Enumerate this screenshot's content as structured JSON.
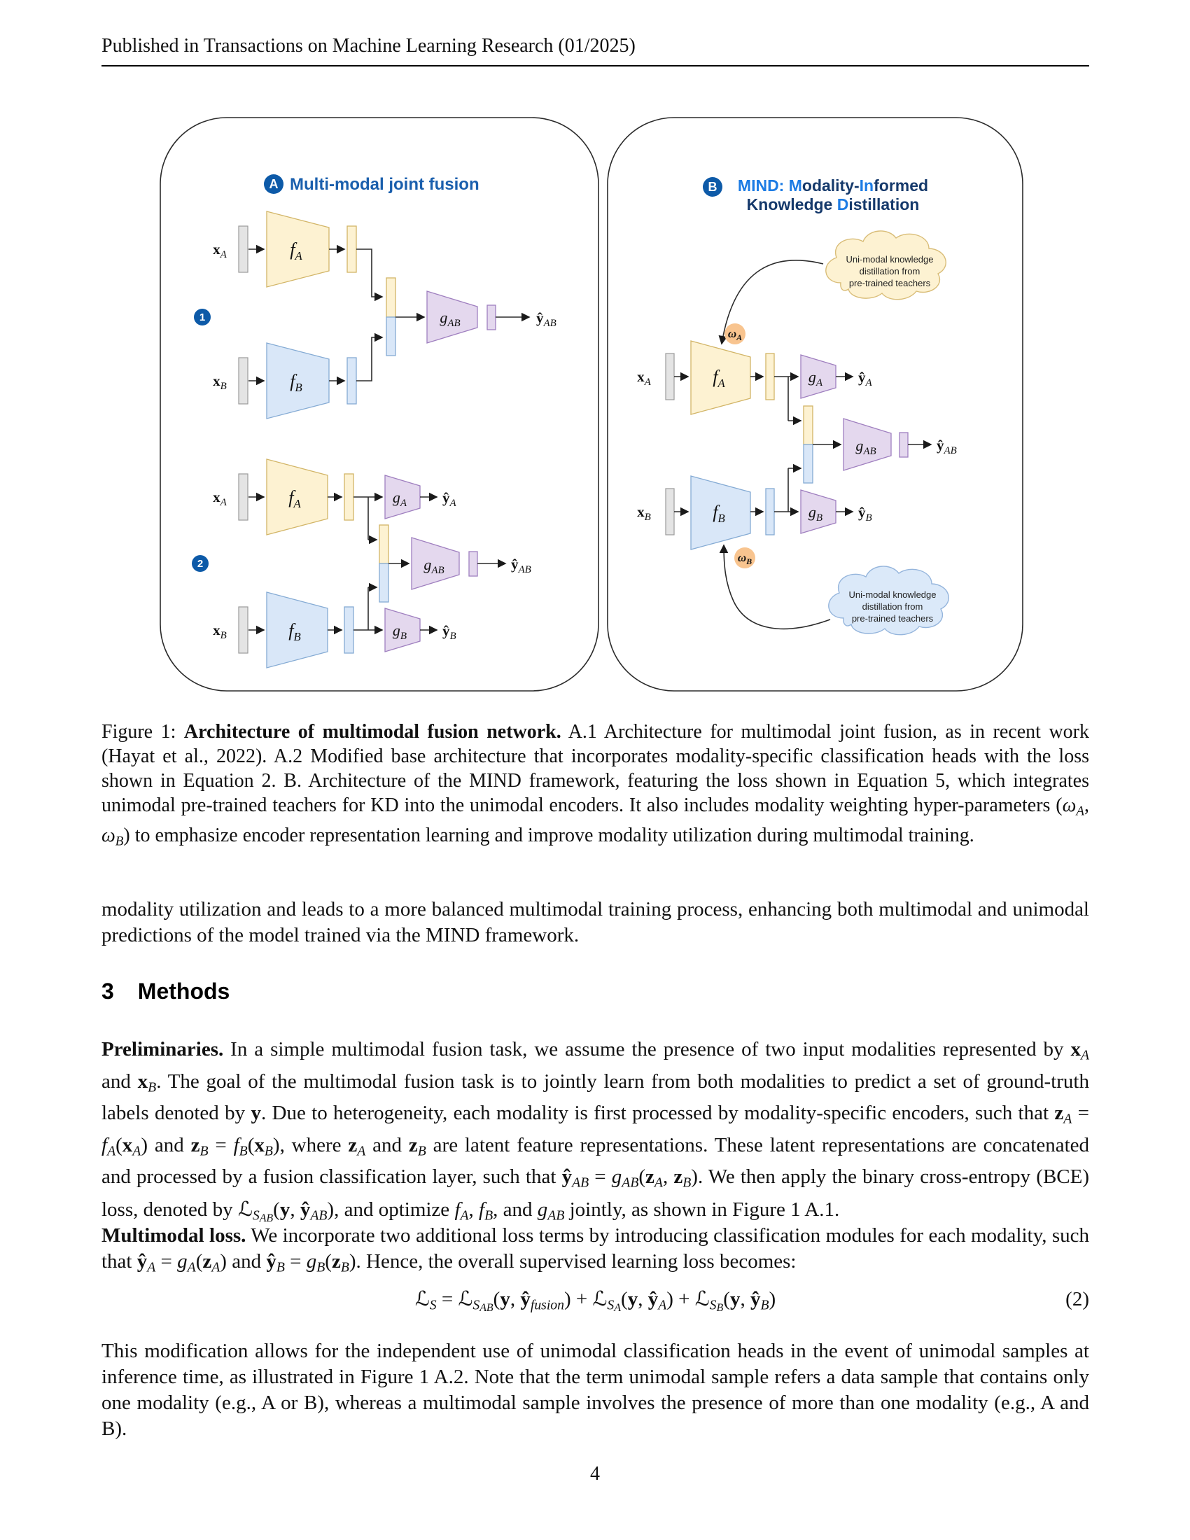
{
  "header": {
    "text": "Published in Transactions on Machine Learning Research (01/2025)"
  },
  "page": {
    "number": "4"
  },
  "figure": {
    "colors": {
      "badge_blue": "#0d5aa8",
      "titleA_blue": "#1a5fad",
      "titleB_bright": "#1d7ce4",
      "titleB_dark": "#15396b",
      "encoder_yellow": "#fdf2d2",
      "encoder_yellow_stroke": "#d2b567",
      "encoder_blue": "#d9e7f8",
      "encoder_blue_stroke": "#85abd4",
      "classifier_purple": "#e4d8ee",
      "classifier_purple_stroke": "#9f7fbf",
      "input_gray": "#e4e4e4",
      "input_gray_stroke": "#9a9a9a",
      "omega_orange": "#f8c48f",
      "cloud_yellow": "#fdf2d2",
      "cloud_yellow_stroke": "#d9bd78",
      "cloud_blue": "#dbe9f9",
      "cloud_blue_stroke": "#95b5dc"
    },
    "panelA": {
      "badge": "A",
      "title": "Multi-modal joint fusion",
      "badge1": "1",
      "badge2": "2"
    },
    "panelB": {
      "badge": "B",
      "title_line1": [
        {
          "t": "MIND: M"
        },
        {
          "t": "odality-"
        },
        {
          "t": "In"
        },
        {
          "t": "formed"
        }
      ],
      "title_line2": [
        {
          "t": "Knowledge "
        },
        {
          "t": "D"
        },
        {
          "t": "istillation"
        }
      ],
      "cloud_top_lines": [
        "Uni-modal knowledge",
        "distillation from",
        "pre-trained teachers"
      ],
      "cloud_bottom_lines": [
        "Uni-modal knowledge",
        "distillation from",
        "pre-trained teachers"
      ]
    },
    "labels": {
      "xA": {
        "b": "x",
        "s": "A"
      },
      "xB": {
        "b": "x",
        "s": "B"
      },
      "fA": {
        "b": "f",
        "s": "A"
      },
      "fB": {
        "b": "f",
        "s": "B"
      },
      "gA": {
        "b": "g",
        "s": "A"
      },
      "gB": {
        "b": "g",
        "s": "B"
      },
      "gAB": {
        "b": "g",
        "s": "AB"
      },
      "yhatA": {
        "b": "ŷ",
        "s": "A"
      },
      "yhatB": {
        "b": "ŷ",
        "s": "B"
      },
      "yhatAB": {
        "b": "ŷ",
        "s": "AB"
      },
      "omegaA": {
        "b": "ω",
        "s": "A"
      },
      "omegaB": {
        "b": "ω",
        "s": "B"
      }
    }
  },
  "caption": {
    "segments": [
      {
        "k": "t",
        "t": "Figure 1: "
      },
      {
        "k": "b",
        "t": "Architecture of multimodal fusion network."
      },
      {
        "k": "t",
        "t": " A.1 Architecture for multimodal joint fusion, as in recent work (Hayat et al., 2022). A.2 Modified base architecture that incorporates modality-specific classification heads with the loss shown in Equation 2. B. Architecture of the MIND framework, featuring the loss shown in Equation 5, which integrates unimodal pre-trained teachers for KD into the unimodal encoders. It also includes modality weighting hyper-parameters ("
      },
      {
        "k": "m",
        "t": "ω"
      },
      {
        "k": "sub",
        "t": "A"
      },
      {
        "k": "t",
        "t": ", "
      },
      {
        "k": "m",
        "t": "ω"
      },
      {
        "k": "sub",
        "t": "B"
      },
      {
        "k": "t",
        "t": ") to emphasize encoder representation learning and improve modality utilization during multimodal training."
      }
    ]
  },
  "body": {
    "para_intro": {
      "segments": [
        {
          "k": "t",
          "t": "modality utilization and leads to a more balanced multimodal training process, enhancing both multimodal and unimodal predictions of the model trained via the MIND framework."
        }
      ]
    },
    "heading": {
      "number": "3",
      "label": "Methods"
    },
    "para_preliminaries": {
      "segments": [
        {
          "k": "b",
          "t": "Preliminaries."
        },
        {
          "k": "t",
          "t": " In a simple multimodal fusion task, we assume the presence of two input modalities represented by "
        },
        {
          "k": "mb",
          "t": "x"
        },
        {
          "k": "sub",
          "t": "A"
        },
        {
          "k": "t",
          "t": " and "
        },
        {
          "k": "mb",
          "t": "x"
        },
        {
          "k": "sub",
          "t": "B"
        },
        {
          "k": "t",
          "t": ". The goal of the multimodal fusion task is to jointly learn from both modalities to predict a set of ground-truth labels denoted by "
        },
        {
          "k": "mb",
          "t": "y"
        },
        {
          "k": "t",
          "t": ". Due to heterogeneity, each modality is first processed by modality-specific encoders, such that "
        },
        {
          "k": "mb",
          "t": "z"
        },
        {
          "k": "sub",
          "t": "A"
        },
        {
          "k": "t",
          "t": " = "
        },
        {
          "k": "m",
          "t": "f"
        },
        {
          "k": "sub",
          "t": "A"
        },
        {
          "k": "t",
          "t": "("
        },
        {
          "k": "mb",
          "t": "x"
        },
        {
          "k": "sub",
          "t": "A"
        },
        {
          "k": "t",
          "t": ") and "
        },
        {
          "k": "mb",
          "t": "z"
        },
        {
          "k": "sub",
          "t": "B"
        },
        {
          "k": "t",
          "t": " = "
        },
        {
          "k": "m",
          "t": "f"
        },
        {
          "k": "sub",
          "t": "B"
        },
        {
          "k": "t",
          "t": "("
        },
        {
          "k": "mb",
          "t": "x"
        },
        {
          "k": "sub",
          "t": "B"
        },
        {
          "k": "t",
          "t": "), where "
        },
        {
          "k": "mb",
          "t": "z"
        },
        {
          "k": "sub",
          "t": "A"
        },
        {
          "k": "t",
          "t": " and "
        },
        {
          "k": "mb",
          "t": "z"
        },
        {
          "k": "sub",
          "t": "B"
        },
        {
          "k": "t",
          "t": " are latent feature representations. These latent representations are concatenated and processed by a fusion classification layer, such that "
        },
        {
          "k": "mb",
          "t": "ŷ"
        },
        {
          "k": "sub",
          "t": "AB"
        },
        {
          "k": "t",
          "t": " = "
        },
        {
          "k": "m",
          "t": "g"
        },
        {
          "k": "sub",
          "t": "AB"
        },
        {
          "k": "t",
          "t": "("
        },
        {
          "k": "mb",
          "t": "z"
        },
        {
          "k": "sub",
          "t": "A"
        },
        {
          "k": "t",
          "t": ", "
        },
        {
          "k": "mb",
          "t": "z"
        },
        {
          "k": "sub",
          "t": "B"
        },
        {
          "k": "t",
          "t": "). We then apply the binary cross-entropy (BCE) loss, denoted by "
        },
        {
          "k": "scr",
          "t": "ℒ"
        },
        {
          "k": "sub",
          "t": "S"
        },
        {
          "k": "sub2",
          "t": "AB"
        },
        {
          "k": "t",
          "t": "("
        },
        {
          "k": "mb",
          "t": "y"
        },
        {
          "k": "t",
          "t": ", "
        },
        {
          "k": "mb",
          "t": "ŷ"
        },
        {
          "k": "sub",
          "t": "AB"
        },
        {
          "k": "t",
          "t": "), and optimize "
        },
        {
          "k": "m",
          "t": "f"
        },
        {
          "k": "sub",
          "t": "A"
        },
        {
          "k": "t",
          "t": ", "
        },
        {
          "k": "m",
          "t": "f"
        },
        {
          "k": "sub",
          "t": "B"
        },
        {
          "k": "t",
          "t": ", and "
        },
        {
          "k": "m",
          "t": "g"
        },
        {
          "k": "sub",
          "t": "AB"
        },
        {
          "k": "t",
          "t": " jointly, as shown in Figure 1 A.1."
        }
      ]
    },
    "para_multimodal_loss": {
      "segments": [
        {
          "k": "b",
          "t": "Multimodal loss."
        },
        {
          "k": "t",
          "t": " We incorporate two additional loss terms by introducing classification modules for each modality, such that "
        },
        {
          "k": "mb",
          "t": "ŷ"
        },
        {
          "k": "sub",
          "t": "A"
        },
        {
          "k": "t",
          "t": " = "
        },
        {
          "k": "m",
          "t": "g"
        },
        {
          "k": "sub",
          "t": "A"
        },
        {
          "k": "t",
          "t": "("
        },
        {
          "k": "mb",
          "t": "z"
        },
        {
          "k": "sub",
          "t": "A"
        },
        {
          "k": "t",
          "t": ") and "
        },
        {
          "k": "mb",
          "t": "ŷ"
        },
        {
          "k": "sub",
          "t": "B"
        },
        {
          "k": "t",
          "t": " = "
        },
        {
          "k": "m",
          "t": "g"
        },
        {
          "k": "sub",
          "t": "B"
        },
        {
          "k": "t",
          "t": "("
        },
        {
          "k": "mb",
          "t": "z"
        },
        {
          "k": "sub",
          "t": "B"
        },
        {
          "k": "t",
          "t": "). Hence, the overall supervised learning loss becomes:"
        }
      ]
    },
    "equation": {
      "number": "(2)",
      "segments": [
        {
          "k": "scr",
          "t": "ℒ"
        },
        {
          "k": "sub",
          "t": "S"
        },
        {
          "k": "t",
          "t": " = "
        },
        {
          "k": "scr",
          "t": "ℒ"
        },
        {
          "k": "sub",
          "t": "S"
        },
        {
          "k": "sub2",
          "t": "AB"
        },
        {
          "k": "t",
          "t": "("
        },
        {
          "k": "mb",
          "t": "y"
        },
        {
          "k": "t",
          "t": ", "
        },
        {
          "k": "mb",
          "t": "ŷ"
        },
        {
          "k": "sub",
          "t": "fusion"
        },
        {
          "k": "t",
          "t": ") + "
        },
        {
          "k": "scr",
          "t": "ℒ"
        },
        {
          "k": "sub",
          "t": "S"
        },
        {
          "k": "sub2",
          "t": "A"
        },
        {
          "k": "t",
          "t": "("
        },
        {
          "k": "mb",
          "t": "y"
        },
        {
          "k": "t",
          "t": ", "
        },
        {
          "k": "mb",
          "t": "ŷ"
        },
        {
          "k": "sub",
          "t": "A"
        },
        {
          "k": "t",
          "t": ") + "
        },
        {
          "k": "scr",
          "t": "ℒ"
        },
        {
          "k": "sub",
          "t": "S"
        },
        {
          "k": "sub2",
          "t": "B"
        },
        {
          "k": "t",
          "t": "("
        },
        {
          "k": "mb",
          "t": "y"
        },
        {
          "k": "t",
          "t": ", "
        },
        {
          "k": "mb",
          "t": "ŷ"
        },
        {
          "k": "sub",
          "t": "B"
        },
        {
          "k": "t",
          "t": ")"
        }
      ]
    },
    "para_modification": {
      "segments": [
        {
          "k": "t",
          "t": "This modification allows for the independent use of unimodal classification heads in the event of unimodal samples at inference time, as illustrated in Figure 1 A.2. Note that the term unimodal sample refers a data sample that contains only one modality (e.g., A or B), whereas a multimodal sample involves the presence of more than one modality (e.g., A and B)."
        }
      ]
    }
  }
}
